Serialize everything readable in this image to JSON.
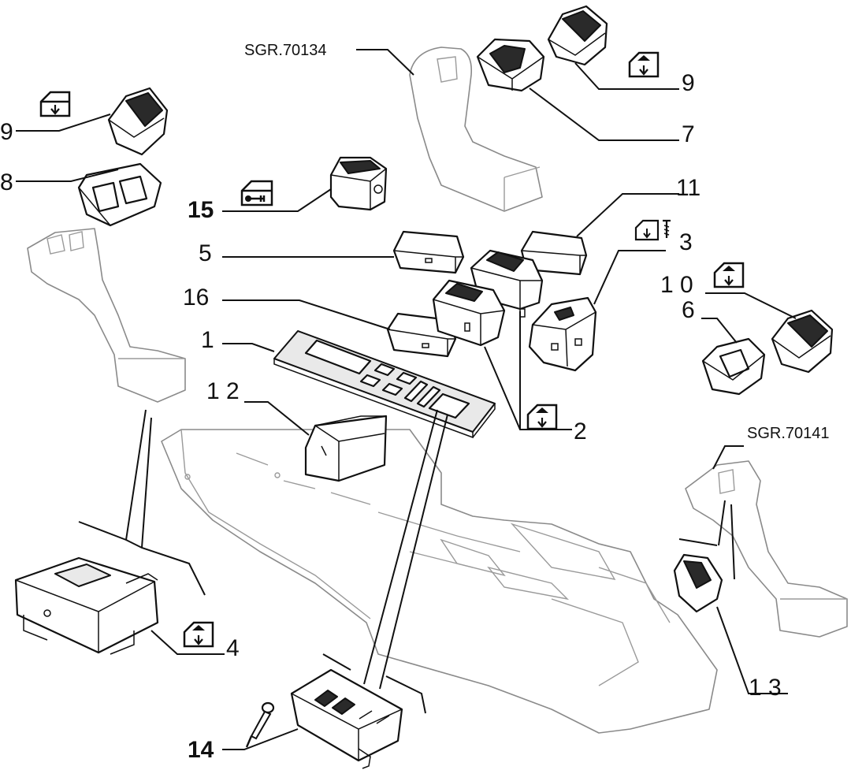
{
  "labels": {
    "p1": "1",
    "p2": "2",
    "p3": "3",
    "p4": "4",
    "p5": "5",
    "p6": "6",
    "p7": "7",
    "p8": "8",
    "p9_left": "9",
    "p9_right": "9",
    "p10": "1 0",
    "p11": "11",
    "p12": "1 2",
    "p13": "1 3",
    "p14": "14",
    "p15": "15",
    "p16": "16"
  },
  "references": {
    "top": "SGR.70134",
    "right": "SGR.70141"
  },
  "icons": {
    "window_lift": "window-lift-icon",
    "door_lock": "door-lock-icon",
    "window_lift_screw": "window-lift-screw-icon",
    "connector_pin": "connector-pin-icon"
  }
}
